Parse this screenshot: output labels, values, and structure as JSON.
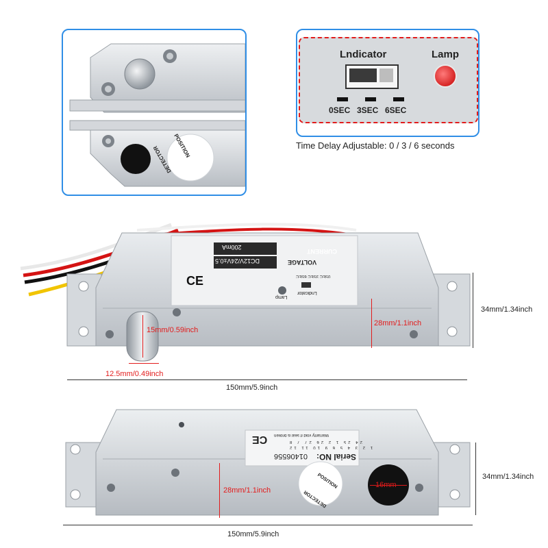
{
  "top_right_panel": {
    "indicator_label": "Lndicator",
    "lamp_label": "Lamp",
    "delay_options": [
      "0SEC",
      "3SEC",
      "6SEC"
    ]
  },
  "caption": "Time Delay Adjustable: 0 / 3 / 6 seconds",
  "top_left_panel": {
    "detector_label": "DETECTOR",
    "position_label": "POSITION"
  },
  "lock_front": {
    "label_current_key": "CURRENT",
    "label_current_value": "200mA",
    "label_voltage_key": "VOLTAGE",
    "label_voltage_value": "DC12V/24V±0.5",
    "ce_mark": "CE",
    "lamp_small": "Lamp",
    "indicator_small": "Lndicator",
    "delay_small": "0SEC  3SEC  6SEC",
    "dim_bolt_length": "15mm/0.59inch",
    "dim_bolt_diameter": "12.5mm/0.49inch",
    "dim_height_inner": "28mm/1.1inch",
    "dim_height_outer": "34mm/1.34inch",
    "dim_width": "150mm/5.9inch"
  },
  "lock_back": {
    "serial_label": "Serial NO:",
    "serial_number": "01406556",
    "warranty_text": "Warranty void if seal is broken",
    "ce_mark": "CE",
    "grid_row1": [
      "24",
      "25",
      "1",
      "2",
      "26",
      "27",
      "7",
      "8"
    ],
    "grid_row2": [
      "1",
      "2",
      "3",
      "4",
      "5",
      "6",
      "9",
      "10",
      "11",
      "12"
    ],
    "detector_label": "DETECTOR",
    "position_label": "POSITION",
    "dim_hole": "16mm",
    "dim_height_inner": "28mm/1.1inch",
    "dim_height_outer": "34mm/1.34inch",
    "dim_width": "150mm/5.9inch"
  },
  "colors": {
    "panel_border": "#2f8ee6",
    "dimension_red": "#e21b1b",
    "metal_silver": "#c9cdd2"
  }
}
